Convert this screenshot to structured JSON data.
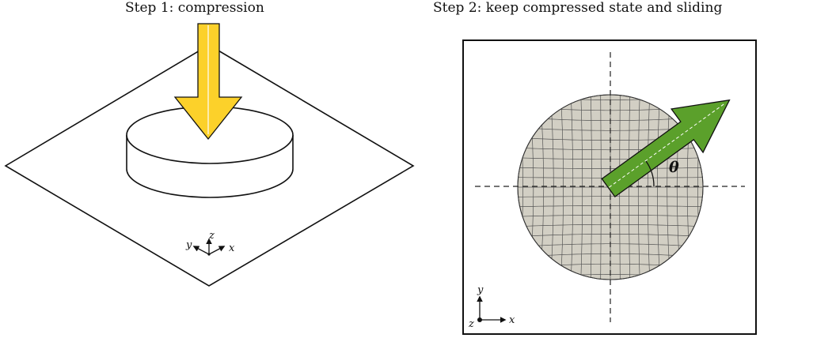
{
  "step1": {
    "title": "Step 1: compression",
    "axes": {
      "x": "x",
      "y": "y",
      "z": "z"
    },
    "arrow_color": "#FCD12A"
  },
  "step2": {
    "title": "Step 2: keep compressed state and sliding",
    "angle_label": "θ",
    "axes": {
      "x": "x",
      "y": "y",
      "z": "z"
    },
    "arrow_color": "#5BA02B",
    "mesh_color": "#D2CFC4"
  }
}
